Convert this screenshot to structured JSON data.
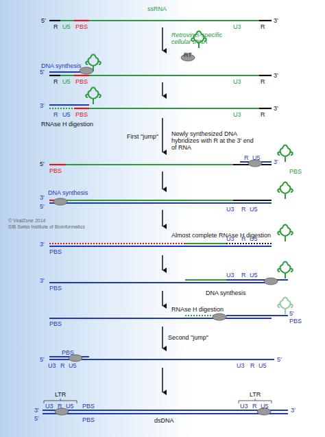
{
  "diagram": {
    "labels": [
      "ssRNA",
      "5'",
      "R",
      "U5",
      "PBS",
      "U3",
      "R",
      "3'",
      "Retrovirus-specific cellular tRNA",
      "RT",
      "DNA synthesis",
      "5'",
      "R",
      "U5",
      "PBS",
      "U3",
      "R",
      "3'",
      "3'",
      "R",
      "U5",
      "PBS",
      "RNAse H digestion",
      "U3",
      "R",
      "3'",
      "First \"jump\"",
      "Newly synthesized DNA hybridizes with R at the 3' end of RNA",
      "5'",
      "PBS",
      "R",
      "U5",
      "3'",
      "PBS",
      "DNA synthesis",
      "3'",
      "5'",
      "U3",
      "R",
      "U5",
      "PBS",
      "3'",
      "Almost complete RNAse H digestion",
      "U3",
      "R",
      "U5",
      "3'",
      "PBS",
      "U3",
      "R",
      "U5",
      "DNA synthesis",
      "PBS",
      "RNAse H digestion",
      "5'",
      "PBS",
      "Second \"jump\"",
      "PBS",
      "5'",
      "U3",
      "R",
      "U5",
      "U3",
      "R",
      "U5",
      "5'",
      "LTR",
      "LTR",
      "3'",
      "U3",
      "R",
      "U5",
      "PBS",
      "5'",
      "PBS",
      "dsDNA",
      "U3",
      "R",
      "U5",
      "3'",
      "© ViralZone 2014",
      "SIB Swiss Institute of Bioinformatics"
    ]
  }
}
